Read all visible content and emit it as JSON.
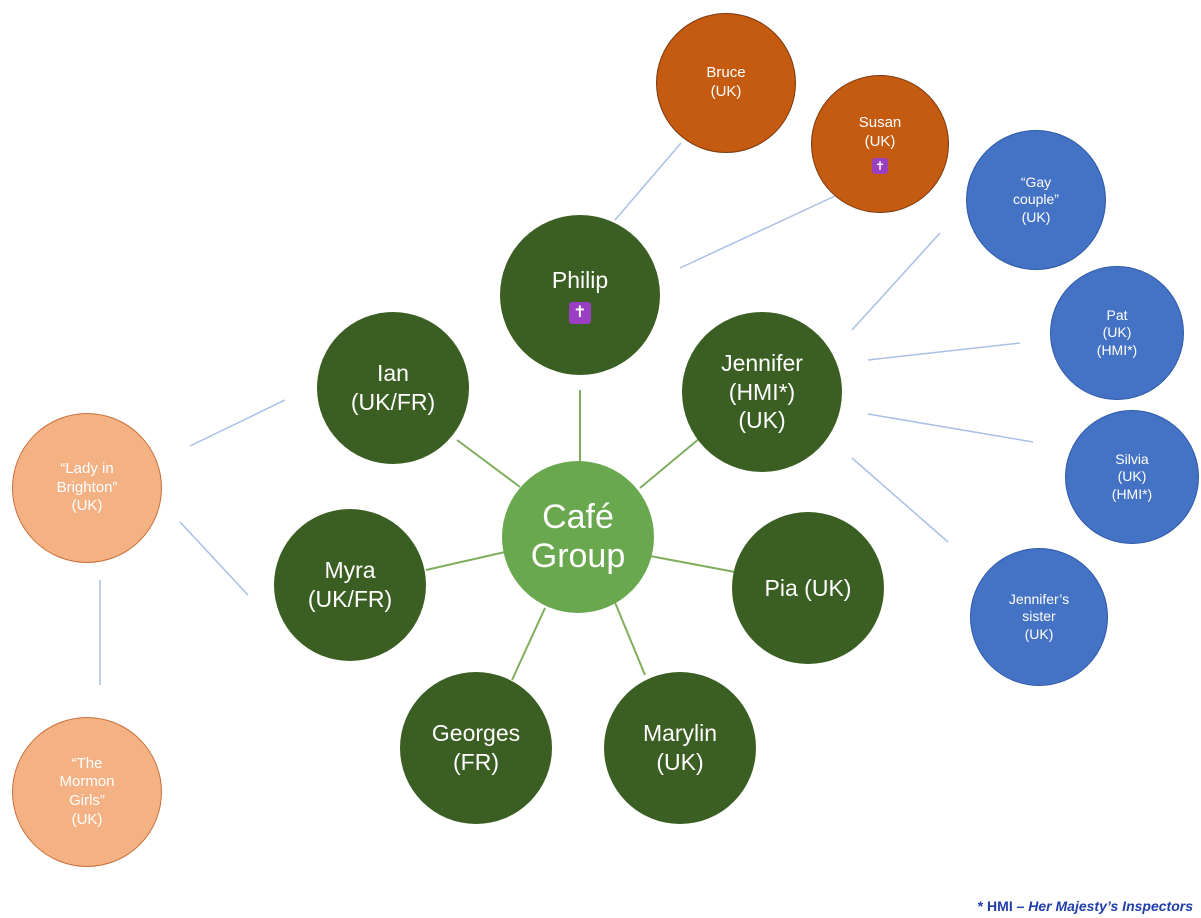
{
  "colors": {
    "dark_green": "#3b5e22",
    "hub_green": "#6aa84f",
    "orange": "#c55a11",
    "blue": "#4472c4",
    "peach": "#f4b183",
    "edge_green": "#7fae5c",
    "edge_blue": "#a9bfe6"
  },
  "hub": {
    "lines": [
      "Café",
      "Group"
    ]
  },
  "inner_ring": [
    {
      "key": "philip",
      "lines": [
        "Philip"
      ],
      "badge": "cross-icon"
    },
    {
      "key": "jennifer",
      "lines": [
        "Jennifer",
        "(HMI*)",
        "(UK)"
      ]
    },
    {
      "key": "pia",
      "lines": [
        "Pia (UK)"
      ]
    },
    {
      "key": "marylin",
      "lines": [
        "Marylin",
        "(UK)"
      ]
    },
    {
      "key": "georges",
      "lines": [
        "Georges",
        "(FR)"
      ]
    },
    {
      "key": "myra",
      "lines": [
        "Myra",
        "(UK/FR)"
      ]
    },
    {
      "key": "ian",
      "lines": [
        "Ian",
        "(UK/FR)"
      ]
    }
  ],
  "outer_nodes": [
    {
      "key": "bruce",
      "lines": [
        "Bruce",
        "(UK)"
      ]
    },
    {
      "key": "susan",
      "lines": [
        "Susan",
        "(UK)"
      ],
      "badge": "cross-icon"
    },
    {
      "key": "gay-couple",
      "lines": [
        "“Gay",
        "couple”",
        "(UK)"
      ]
    },
    {
      "key": "pat",
      "lines": [
        "Pat",
        "(UK)",
        "(HMI*)"
      ]
    },
    {
      "key": "silvia",
      "lines": [
        "Silvia",
        "(UK)",
        "(HMI*)"
      ]
    },
    {
      "key": "jennifers-sister",
      "lines": [
        "Jennifer’s",
        "sister",
        "(UK)"
      ]
    },
    {
      "key": "lady-in-brighton",
      "lines": [
        "“Lady in",
        "Brighton”",
        "(UK)"
      ]
    },
    {
      "key": "mormon-girls",
      "lines": [
        "“The",
        "Mormon",
        "Girls”",
        "(UK)"
      ]
    }
  ],
  "badge_glyph": "✝",
  "footnote": {
    "prefix": "* HMI – ",
    "text": "Her Majesty’s Inspectors"
  }
}
